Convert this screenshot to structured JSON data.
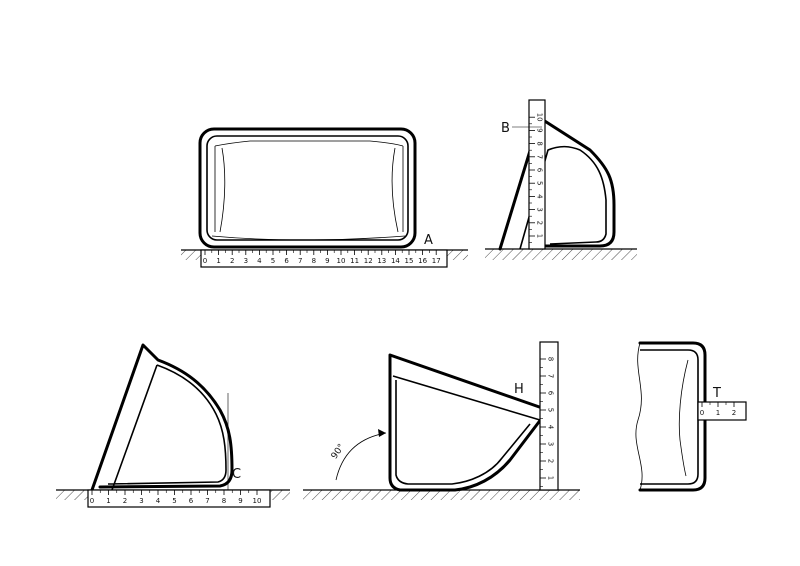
{
  "figures": [
    {
      "id": "A",
      "label": "A",
      "ruler_ticks": [
        "0",
        "1",
        "2",
        "3",
        "4",
        "5",
        "6",
        "7",
        "8",
        "9",
        "10",
        "11",
        "12",
        "13",
        "14",
        "15",
        "16",
        "17"
      ]
    },
    {
      "id": "B",
      "label": "B",
      "ruler_ticks": [
        "1",
        "2",
        "3",
        "4",
        "5",
        "6",
        "7",
        "8",
        "9",
        "10"
      ]
    },
    {
      "id": "C",
      "label": "C",
      "ruler_ticks": [
        "0",
        "1",
        "2",
        "3",
        "4",
        "5",
        "6",
        "7",
        "8",
        "9",
        "10"
      ]
    },
    {
      "id": "H",
      "label": "H",
      "angle_label": "90°",
      "ruler_ticks": [
        "1",
        "2",
        "3",
        "4",
        "5",
        "6",
        "7",
        "8"
      ]
    },
    {
      "id": "T",
      "label": "T",
      "ruler_ticks": [
        "0",
        "1",
        "2"
      ]
    }
  ]
}
